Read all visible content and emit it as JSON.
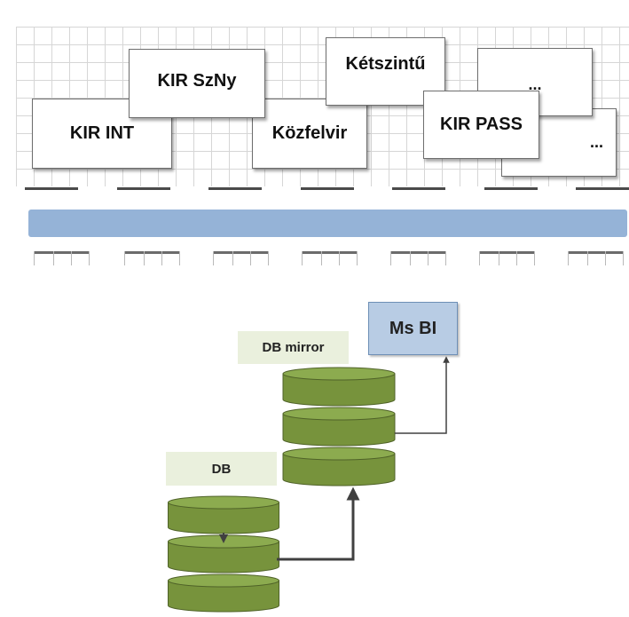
{
  "apps": [
    "KIR INT",
    "KIR SzNy",
    "Közfelvir",
    "Kétszintű",
    "KIR PASS",
    "...",
    "..."
  ],
  "ms_bi": "Ms BI",
  "db_mirror": "DB mirror",
  "db": "DB",
  "colors": {
    "bus": "#95b3d7",
    "ms_bi_fill": "#b8cce4",
    "cylinder": "#77933c",
    "label_fill": "#eaf0dd"
  }
}
